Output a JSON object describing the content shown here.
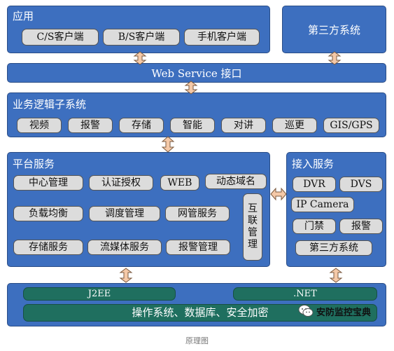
{
  "app_box": {
    "title": "应用",
    "items": [
      "C/S客户端",
      "B/S客户端",
      "手机客户端"
    ]
  },
  "third_party_top": "第三方系统",
  "web_service": "Web Service 接口",
  "business": {
    "title": "业务逻辑子系统",
    "items": [
      "视频",
      "报警",
      "存储",
      "智能",
      "对讲",
      "巡更",
      "GIS/GPS"
    ]
  },
  "platform": {
    "title": "平台服务",
    "items": [
      "中心管理",
      "认证授权",
      "WEB",
      "动态域名",
      "负载均衡",
      "调度管理",
      "网管服务",
      "存储服务",
      "流媒体服务",
      "报警管理"
    ],
    "vertical_item": [
      "互",
      "联",
      "管",
      "理"
    ]
  },
  "access": {
    "title": "接入服务",
    "items": [
      "DVR",
      "DVS",
      "IP Camera",
      "门禁",
      "报警",
      "第三方系统"
    ]
  },
  "bottom": {
    "j2ee": "J2EE",
    "net": ".NET",
    "os": "操作系统、数据库、安全加密"
  },
  "watermark": "安防监控宝典",
  "caption": "原理图",
  "colors": {
    "box_blue": "#3d6fbf",
    "pill_gray": "#dcdcdc",
    "pill_teal": "#1f6f5f",
    "arrow_fill": "#f5c9a8"
  }
}
